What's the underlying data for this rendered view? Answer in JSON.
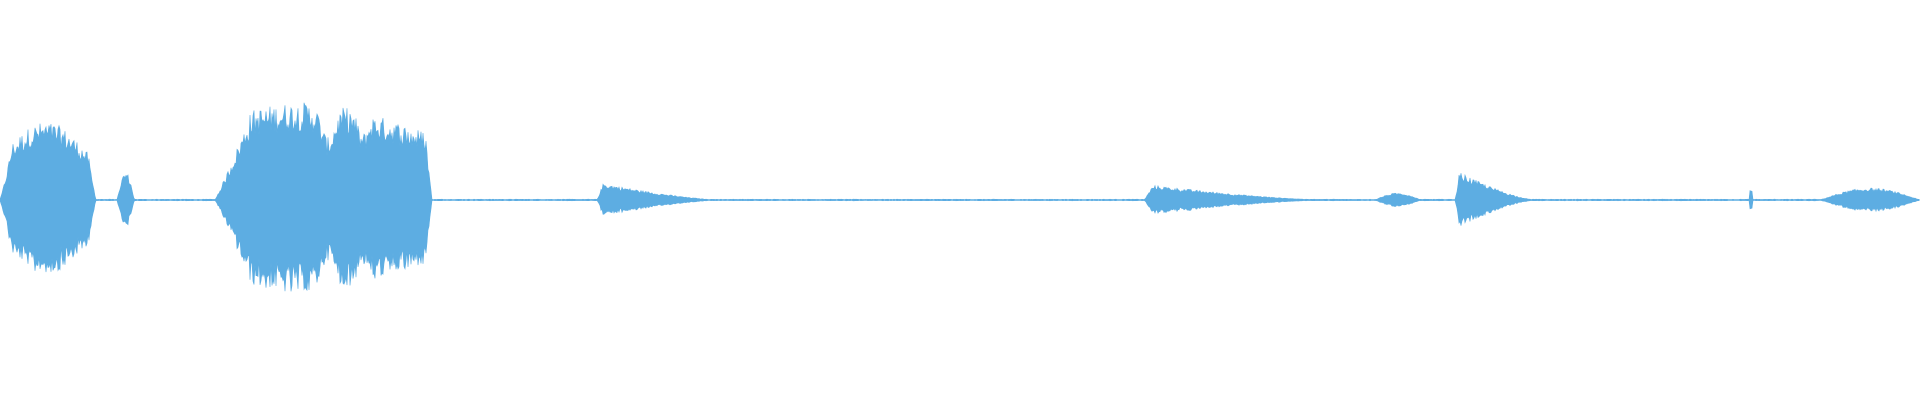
{
  "waveform": {
    "color": "#5dade2",
    "background": "#ffffff",
    "segments": [
      {
        "start": 0.0,
        "end": 0.05,
        "peak": 0.78,
        "shape": "burst"
      },
      {
        "start": 0.061,
        "end": 0.07,
        "peak": 0.28,
        "shape": "blip"
      },
      {
        "start": 0.112,
        "end": 0.225,
        "peak": 0.98,
        "shape": "vowel"
      },
      {
        "start": 0.311,
        "end": 0.375,
        "peak": 0.18,
        "shape": "decay"
      },
      {
        "start": 0.596,
        "end": 0.69,
        "peak": 0.16,
        "shape": "decay"
      },
      {
        "start": 0.716,
        "end": 0.74,
        "peak": 0.07,
        "shape": "blip"
      },
      {
        "start": 0.758,
        "end": 0.8,
        "peak": 0.3,
        "shape": "decay"
      },
      {
        "start": 0.911,
        "end": 0.913,
        "peak": 0.1,
        "shape": "tick"
      },
      {
        "start": 0.948,
        "end": 1.0,
        "peak": 0.12,
        "shape": "swell"
      }
    ]
  }
}
